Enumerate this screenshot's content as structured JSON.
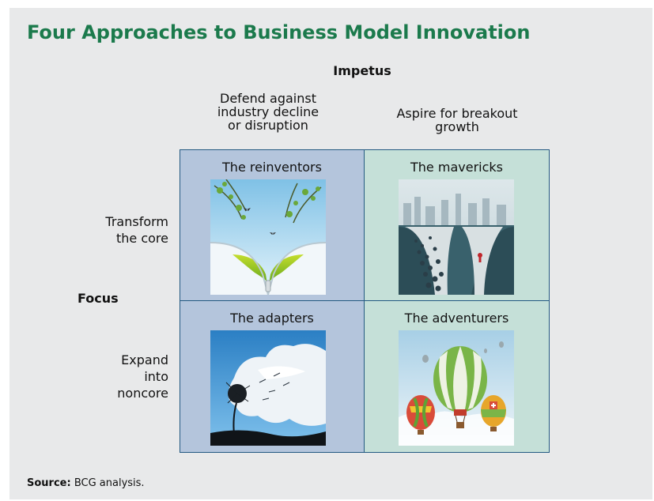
{
  "title": "Four Approaches to Business Model Innovation",
  "axes": {
    "column_axis_label": "Impetus",
    "row_axis_label": "Focus",
    "columns": [
      "Defend against\nindustry decline\nor disruption",
      "Aspire for breakout\ngrowth"
    ],
    "rows": [
      "Transform\nthe core",
      "Expand\ninto\nnoncore"
    ]
  },
  "quadrants": [
    {
      "label": "The reinventors",
      "image": "zipper-opening-spring-landscape-icon",
      "color": "#b4c5dc"
    },
    {
      "label": "The mavericks",
      "image": "diverging-roads-crowd-icon",
      "color": "#c5e0d8"
    },
    {
      "label": "The adapters",
      "image": "dandelion-seeds-blowing-icon",
      "color": "#b4c5dc"
    },
    {
      "label": "The adventurers",
      "image": "hot-air-balloons-icon",
      "color": "#c5e0d8"
    }
  ],
  "source": {
    "label": "Source:",
    "text": "BCG analysis."
  },
  "colors": {
    "title": "#1b7a4c",
    "grid_border": "#245a82",
    "panel": "#e8e9ea"
  }
}
